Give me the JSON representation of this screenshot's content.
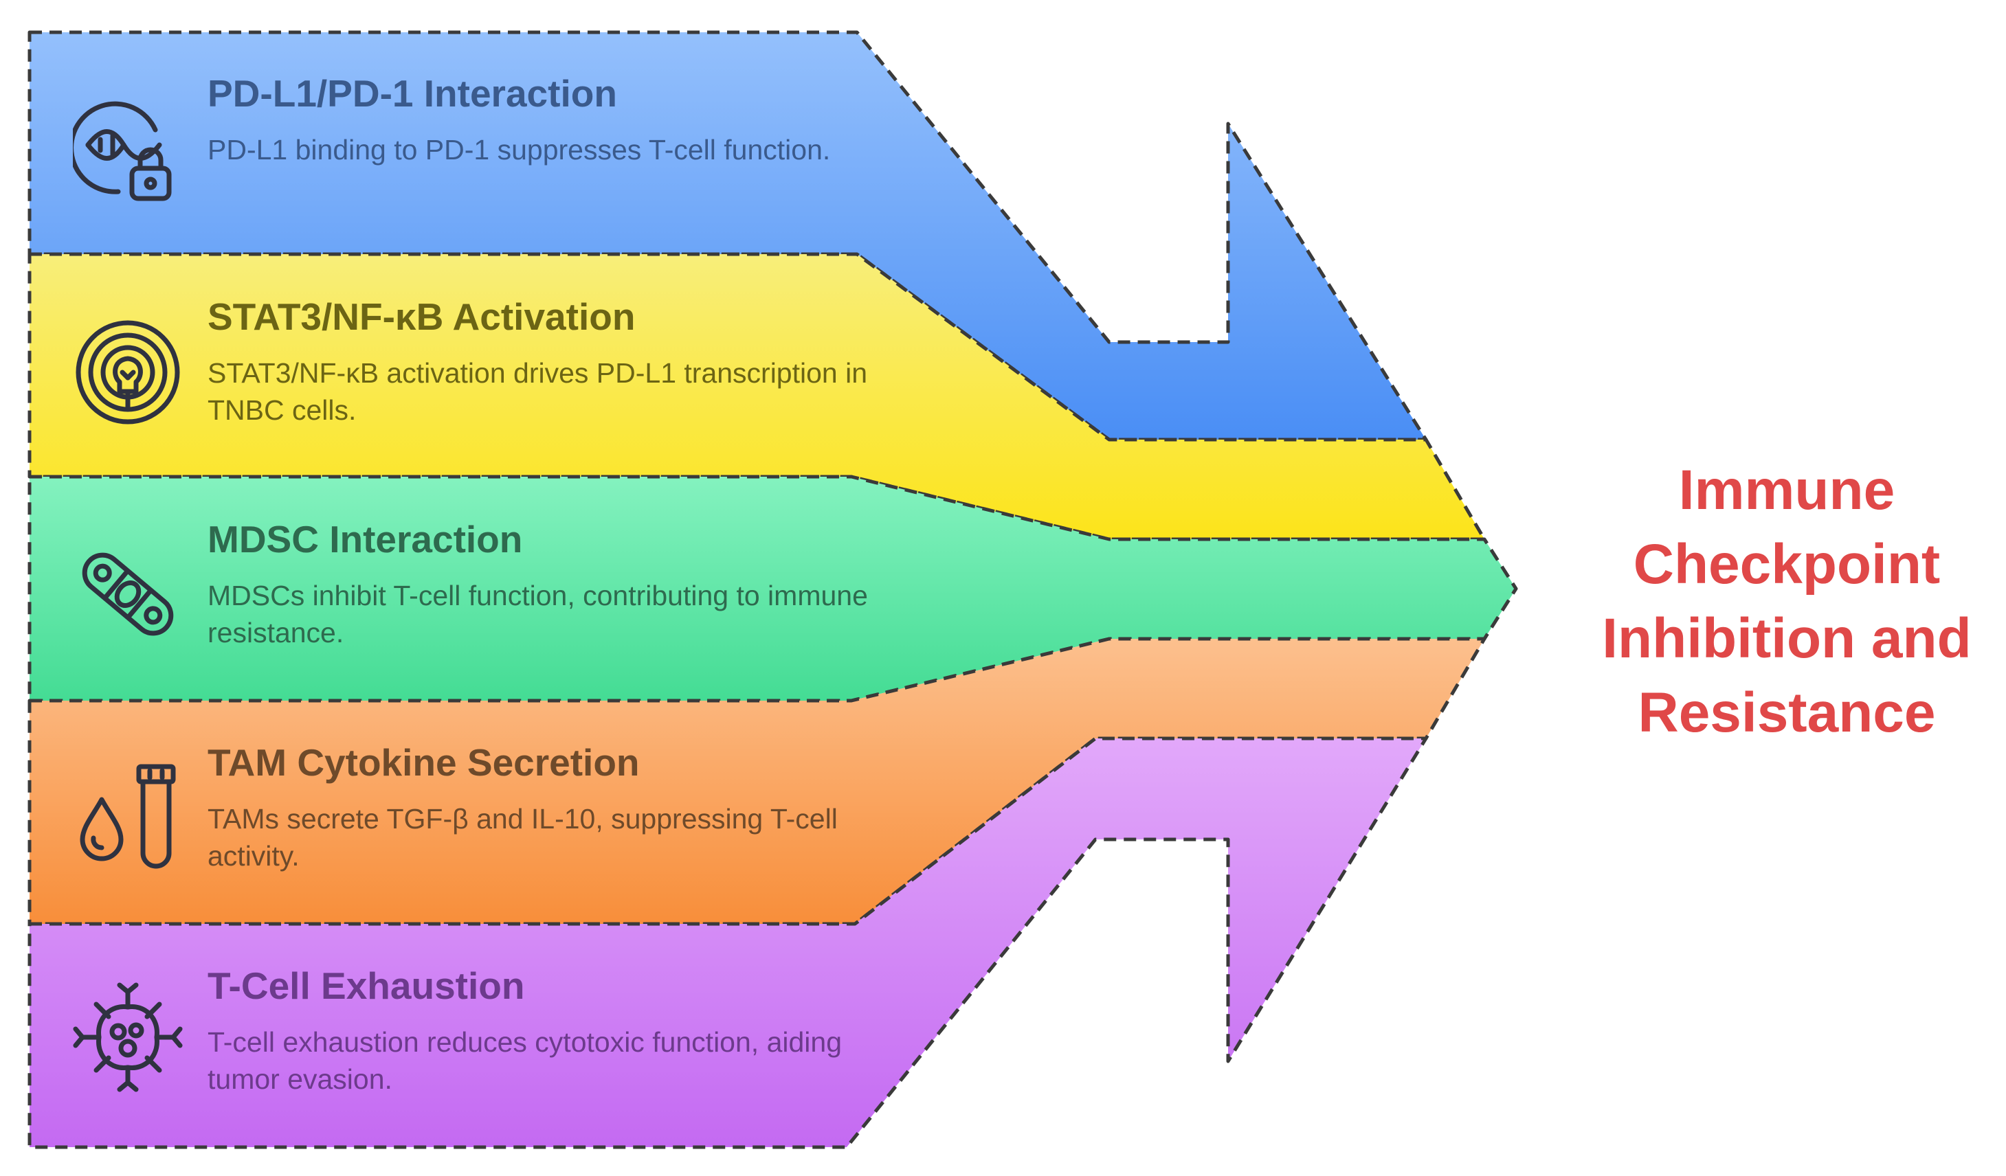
{
  "result": {
    "lines": [
      "Immune",
      "Checkpoint",
      "Inhibition and",
      "Resistance"
    ],
    "color": "#e04848"
  },
  "bands": [
    {
      "title": "PD-L1/PD-1 Interaction",
      "description": "PD-L1 binding to PD-1 suppresses T-cell function.",
      "icon": "dna-lock-icon",
      "color_top": "#94c0fc",
      "color_bottom": "#4a8ef5",
      "text_color": "#3a5a8c"
    },
    {
      "title": "STAT3/NF-κB Activation",
      "description": "STAT3/NF-κB activation drives PD-L1 transcription in TNBC cells.",
      "icon": "lightbulb-signal-icon",
      "color_top": "#f8ee7a",
      "color_bottom": "#fce41a",
      "text_color": "#6b6414"
    },
    {
      "title": "MDSC Interaction",
      "description": "MDSCs inhibit T-cell function, contributing to immune resistance.",
      "icon": "cells-icon",
      "color_top": "#84f2bf",
      "color_bottom": "#44dc94",
      "text_color": "#2e6a4e"
    },
    {
      "title": "TAM Cytokine Secretion",
      "description": "TAMs secrete TGF-β and IL-10, suppressing T-cell activity.",
      "icon": "droplet-test-tube-icon",
      "color_top": "#fcc08e",
      "color_bottom": "#f88e3a",
      "text_color": "#6e4a2a"
    },
    {
      "title": "T-Cell Exhaustion",
      "description": "T-cell exhaustion reduces cytotoxic function, aiding tumor evasion.",
      "icon": "tumor-cell-icon",
      "color_top": "#e2a8fa",
      "color_bottom": "#c46af2",
      "text_color": "#6c3a8c"
    }
  ]
}
